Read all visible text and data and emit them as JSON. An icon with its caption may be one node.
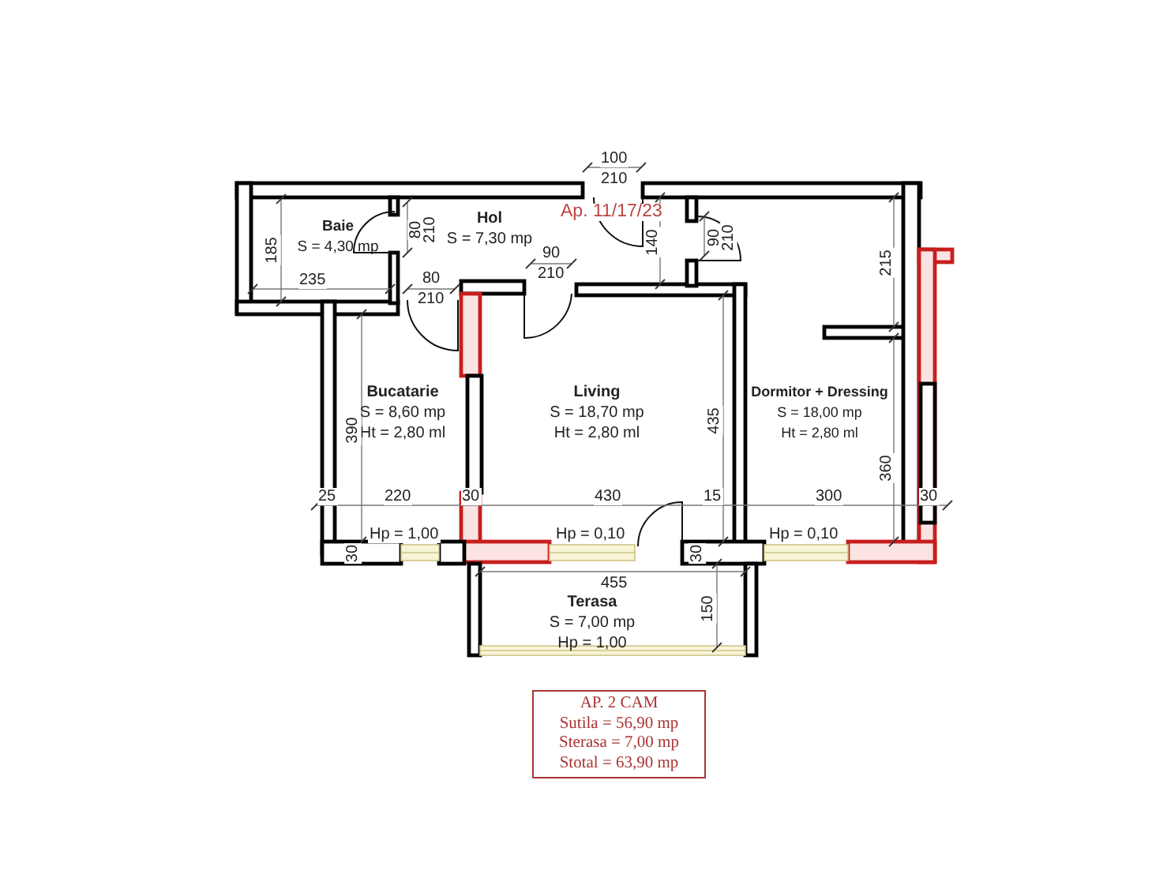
{
  "diagram": {
    "nodes": [
      {
        "text": [
          "Baie",
          "S = 4,30 mp"
        ]
      },
      {
        "text": [
          "Hol",
          "S = 7,30 mp"
        ]
      },
      {
        "text": [
          "Bucatarie",
          "S = 8,60 mp",
          "Ht = 2,80 ml"
        ]
      },
      {
        "text": [
          "Living",
          "S = 18,70 mp",
          "Ht = 2,80 ml"
        ]
      },
      {
        "text": [
          "Dormitor + Dressing",
          "S = 18,00 mp",
          "Ht = 2,80 ml"
        ]
      },
      {
        "text": [
          "Terasa",
          "S = 7,00 mp",
          "Hp = 1,00"
        ]
      },
      {
        "text": [
          "AP. 2 CAM",
          "Sutila = 56,90 mp",
          "Sterasa = 7,00 mp",
          "Stotal = 63,90 mp"
        ]
      }
    ],
    "labels": [
      "100",
      "210",
      "Ap. 11/17/23",
      "80",
      "210",
      "185",
      "235",
      "140",
      "90",
      "210",
      "90",
      "210",
      "80",
      "210",
      "215",
      "390",
      "435",
      "360",
      "25",
      "220",
      "30",
      "430",
      "15",
      "300",
      "30",
      "Hp = 1,00",
      "Hp = 0,10",
      "Hp = 0,10",
      "30",
      "30",
      "455",
      "150"
    ]
  }
}
